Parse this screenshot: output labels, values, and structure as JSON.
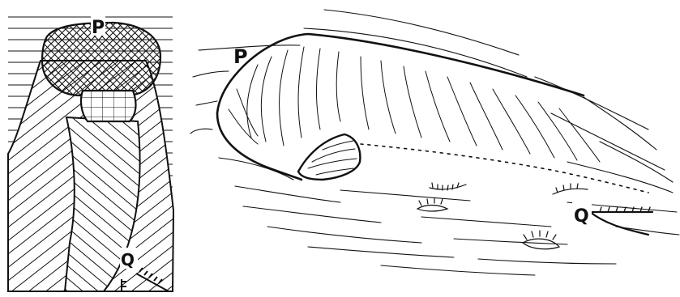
{
  "left_panel": {
    "label_top": "P",
    "label_bottom": "Q"
  },
  "right_panel": {
    "label_top": "P",
    "label_bottom": "Q"
  },
  "colors": {
    "ink": "#111111",
    "paper": "#ffffff"
  }
}
